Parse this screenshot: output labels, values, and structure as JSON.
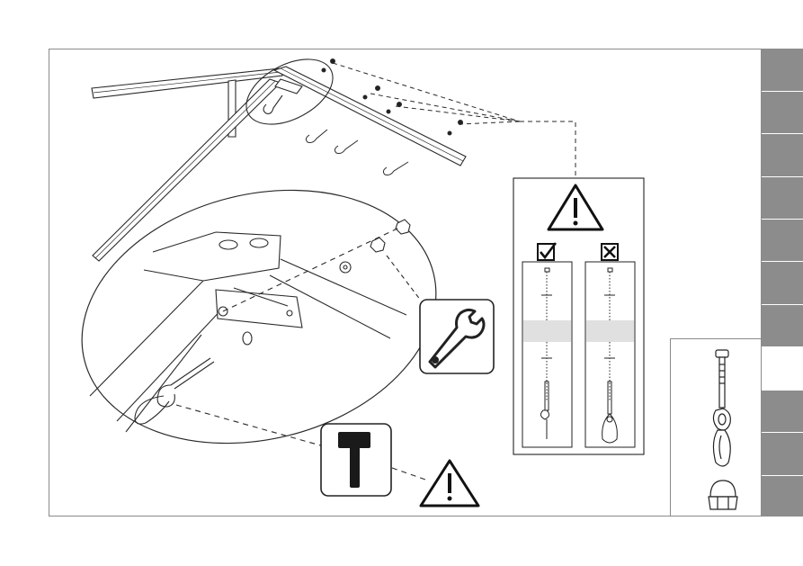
{
  "document": {
    "type": "assembly-instruction-page",
    "step_tabs": {
      "count": 10,
      "active_index": 7
    },
    "colors": {
      "tab_gray": "#8c8c8c",
      "line": "#2a2a2a",
      "frame": "#8a8a8a",
      "band": "#e0e0e0"
    },
    "icons": [
      "swing-frame-illustration",
      "zoom-detail-illustration",
      "wrench-icon",
      "hammer-icon",
      "warning-icon",
      "check-icon",
      "cross-icon",
      "swing-hook-part-icon",
      "cap-nut-part-icon"
    ],
    "correct_label": "",
    "wrong_label": ""
  }
}
